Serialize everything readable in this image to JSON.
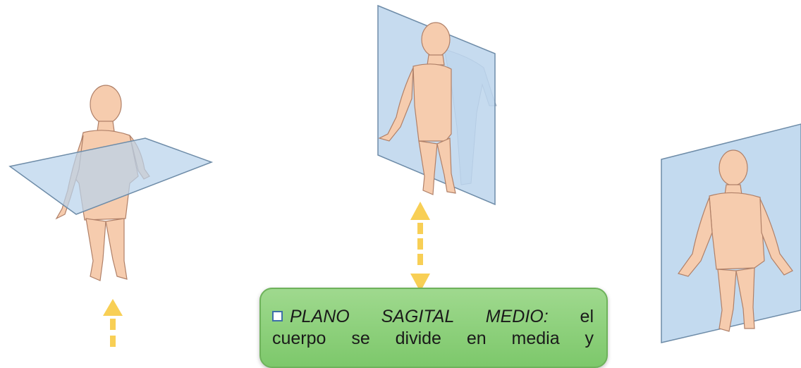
{
  "colors": {
    "plane_fill": "#b9d3ec",
    "plane_edge": "#6e8ca8",
    "skin": "#f6ccae",
    "skin_edge": "#b08068",
    "arrow": "#f8cf55",
    "box_fill": "#8fd07c",
    "box_border": "#6eb25b"
  },
  "figures": [
    {
      "name": "transverse-plane-figure",
      "plane": "horizontal"
    },
    {
      "name": "sagittal-plane-figure",
      "plane": "vertical-side"
    },
    {
      "name": "frontal-plane-figure",
      "plane": "vertical-front"
    }
  ],
  "info_box": {
    "bullet_icon": "checkbox-bullet-icon",
    "term": "PLANO SAGITAL MEDIO:",
    "line1_rest": " el",
    "line2": "cuerpo se divide en media y"
  }
}
